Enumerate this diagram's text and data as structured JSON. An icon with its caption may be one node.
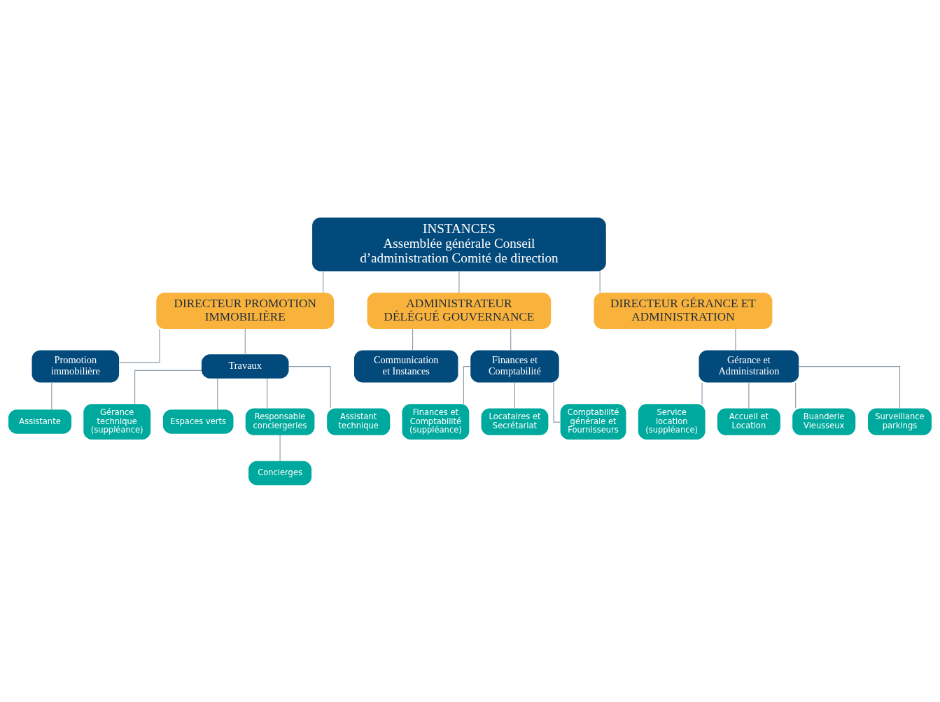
{
  "diagram": {
    "nodes": [
      {
        "text": [
          "INSTANCES",
          "Assemblée générale Conseil d’administration Comité de direction"
        ]
      },
      {
        "text": [
          "DIRECTEUR PROMOTION IMMOBILIÈRE"
        ]
      },
      {
        "text": [
          "ADMINISTRATEUR DÉLÉGUÉ GOUVERNANCE"
        ]
      },
      {
        "text": [
          "DIRECTEUR GÉRANCE ET ADMINISTRATION"
        ]
      },
      {
        "text": [
          "Promotion immobilière"
        ]
      },
      {
        "text": [
          "Travaux"
        ]
      },
      {
        "text": [
          "Communication et Instances"
        ]
      },
      {
        "text": [
          "Finances et Comptabilité"
        ]
      },
      {
        "text": [
          "Gérance et Administration"
        ]
      },
      {
        "text": [
          "Gérance technique (suppléance)"
        ]
      },
      {
        "text": [
          "Assistante"
        ]
      },
      {
        "text": [
          "Espaces verts"
        ]
      },
      {
        "text": [
          "Responsable conciergeries"
        ]
      },
      {
        "text": [
          "Assistant technique"
        ]
      },
      {
        "text": [
          "Concierges"
        ]
      },
      {
        "text": [
          "Finances et Comptabilité (suppléance)"
        ]
      },
      {
        "text": [
          "Locataires et Secrétariat"
        ]
      },
      {
        "text": [
          "Comptabilité générale et Fournisseurs"
        ]
      },
      {
        "text": [
          "Service location (suppléance)"
        ]
      },
      {
        "text": [
          "Accueil et Location"
        ]
      },
      {
        "text": [
          "Buanderie Vieusseux"
        ]
      },
      {
        "text": [
          "Surveillance parkings"
        ]
      }
    ],
    "edges": [
      {
        "from": 0,
        "to": 1,
        "arrow": "none"
      },
      {
        "from": 0,
        "to": 2,
        "arrow": "none"
      },
      {
        "from": 0,
        "to": 3,
        "arrow": "none"
      },
      {
        "from": 1,
        "to": 4,
        "arrow": "none"
      },
      {
        "from": 1,
        "to": 5,
        "arrow": "none"
      },
      {
        "from": 2,
        "to": 6,
        "arrow": "none"
      },
      {
        "from": 2,
        "to": 7,
        "arrow": "none"
      },
      {
        "from": 3,
        "to": 8,
        "arrow": "none"
      },
      {
        "from": 4,
        "to": 10,
        "arrow": "none"
      },
      {
        "from": 5,
        "to": 9,
        "arrow": "none"
      },
      {
        "from": 5,
        "to": 11,
        "arrow": "none"
      },
      {
        "from": 5,
        "to": 12,
        "arrow": "none"
      },
      {
        "from": 5,
        "to": 13,
        "arrow": "none"
      },
      {
        "from": 12,
        "to": 14,
        "arrow": "none"
      },
      {
        "from": 7,
        "to": 15,
        "arrow": "none"
      },
      {
        "from": 7,
        "to": 16,
        "arrow": "none"
      },
      {
        "from": 7,
        "to": 17,
        "arrow": "none"
      },
      {
        "from": 8,
        "to": 18,
        "arrow": "none"
      },
      {
        "from": 8,
        "to": 19,
        "arrow": "none"
      },
      {
        "from": 8,
        "to": 20,
        "arrow": "none"
      },
      {
        "from": 8,
        "to": 21,
        "arrow": "none"
      }
    ]
  }
}
